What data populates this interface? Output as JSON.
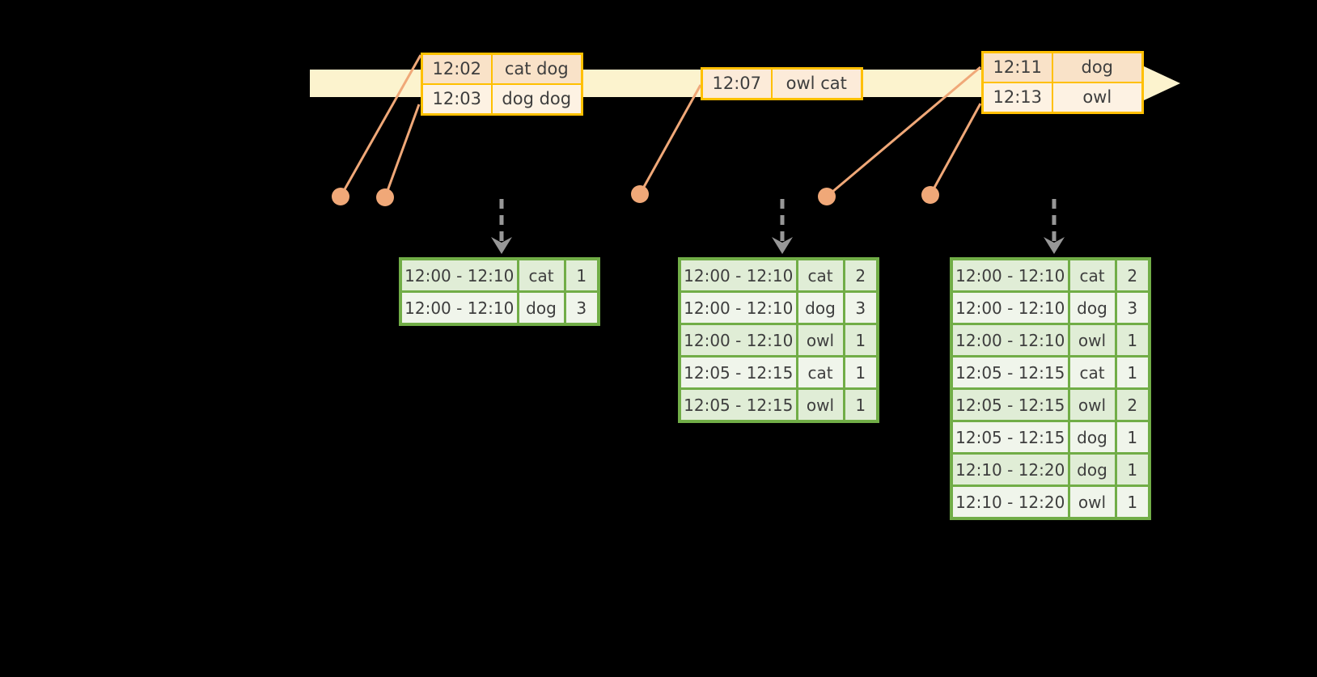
{
  "colors": {
    "timeline_fill": "#FCF3CE",
    "event_border": "#FFC000",
    "event_row_dark": "#F9E2C8",
    "event_row_light": "#FDF2E3",
    "event_row_single": "#FCEBD9",
    "result_border": "#71AD47",
    "result_row_dark": "#E0EDD6",
    "result_row_light": "#F0F5EB",
    "connector_orange": "#F0A878",
    "trigger_gray": "#979797",
    "text": "#3E3E3E",
    "background": "#000000"
  },
  "event_tables": [
    {
      "name": "event-batch-1",
      "rows": [
        [
          "12:02",
          "cat dog"
        ],
        [
          "12:03",
          "dog dog"
        ]
      ]
    },
    {
      "name": "event-batch-2",
      "rows": [
        [
          "12:07",
          "owl cat"
        ]
      ]
    },
    {
      "name": "event-batch-3",
      "rows": [
        [
          "12:11",
          "dog"
        ],
        [
          "12:13",
          "owl"
        ]
      ]
    }
  ],
  "result_tables": [
    {
      "name": "result-table-1",
      "rows": [
        [
          "12:00 - 12:10",
          "cat",
          "1"
        ],
        [
          "12:00 - 12:10",
          "dog",
          "3"
        ]
      ]
    },
    {
      "name": "result-table-2",
      "rows": [
        [
          "12:00 - 12:10",
          "cat",
          "2"
        ],
        [
          "12:00 - 12:10",
          "dog",
          "3"
        ],
        [
          "12:00 - 12:10",
          "owl",
          "1"
        ],
        [
          "12:05 - 12:15",
          "cat",
          "1"
        ],
        [
          "12:05 - 12:15",
          "owl",
          "1"
        ]
      ]
    },
    {
      "name": "result-table-3",
      "rows": [
        [
          "12:00 - 12:10",
          "cat",
          "2"
        ],
        [
          "12:00 - 12:10",
          "dog",
          "3"
        ],
        [
          "12:00 - 12:10",
          "owl",
          "1"
        ],
        [
          "12:05 - 12:15",
          "cat",
          "1"
        ],
        [
          "12:05 - 12:15",
          "owl",
          "2"
        ],
        [
          "12:05 - 12:15",
          "dog",
          "1"
        ],
        [
          "12:10 - 12:20",
          "dog",
          "1"
        ],
        [
          "12:10 - 12:20",
          "owl",
          "1"
        ]
      ]
    }
  ]
}
